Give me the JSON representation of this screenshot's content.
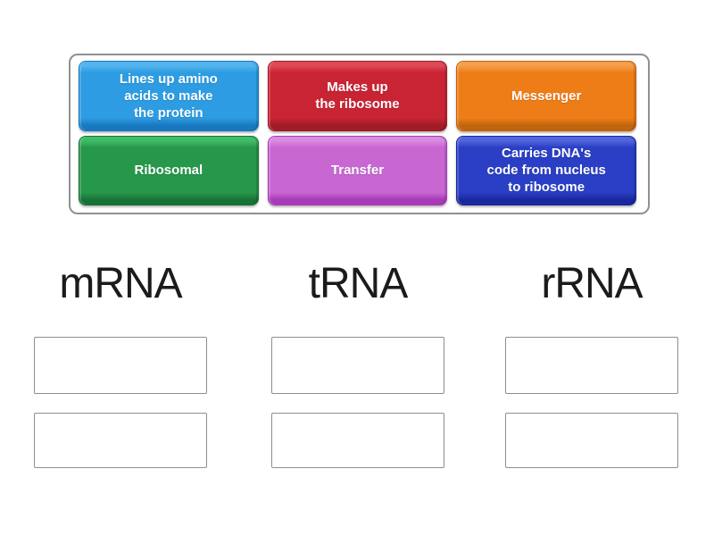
{
  "colors": {
    "page_background": "#ffffff",
    "bank_border": "#8f9092",
    "slot_border": "#8f8f8f",
    "label_text": "#1b1b1b",
    "tile_text": "#ffffff"
  },
  "tile_bank": {
    "tiles": [
      {
        "label": "Lines up amino\nacids to make\nthe protein",
        "colors": {
          "highlight": "#54b4ee",
          "body": "#2d9ce2",
          "dark": "#1878bf"
        }
      },
      {
        "label": "Makes up\nthe ribosome",
        "colors": {
          "highlight": "#dd4a57",
          "body": "#c92433",
          "dark": "#a01a27"
        }
      },
      {
        "label": "Messenger",
        "colors": {
          "highlight": "#f49f4a",
          "body": "#ee7d18",
          "dark": "#c0640e"
        }
      },
      {
        "label": "Ribosomal",
        "colors": {
          "highlight": "#3fbd66",
          "body": "#27984b",
          "dark": "#177236"
        }
      },
      {
        "label": "Transfer",
        "colors": {
          "highlight": "#d98be0",
          "body": "#c867d2",
          "dark": "#a83ab8"
        }
      },
      {
        "label": "Carries DNA's\ncode from nucleus\nto ribosome",
        "colors": {
          "highlight": "#5265dd",
          "body": "#2a3fc5",
          "dark": "#19289c"
        }
      }
    ]
  },
  "categories": [
    {
      "label": "mRNA",
      "slot_count": 2
    },
    {
      "label": "tRNA",
      "slot_count": 2
    },
    {
      "label": "rRNA",
      "slot_count": 2
    }
  ]
}
